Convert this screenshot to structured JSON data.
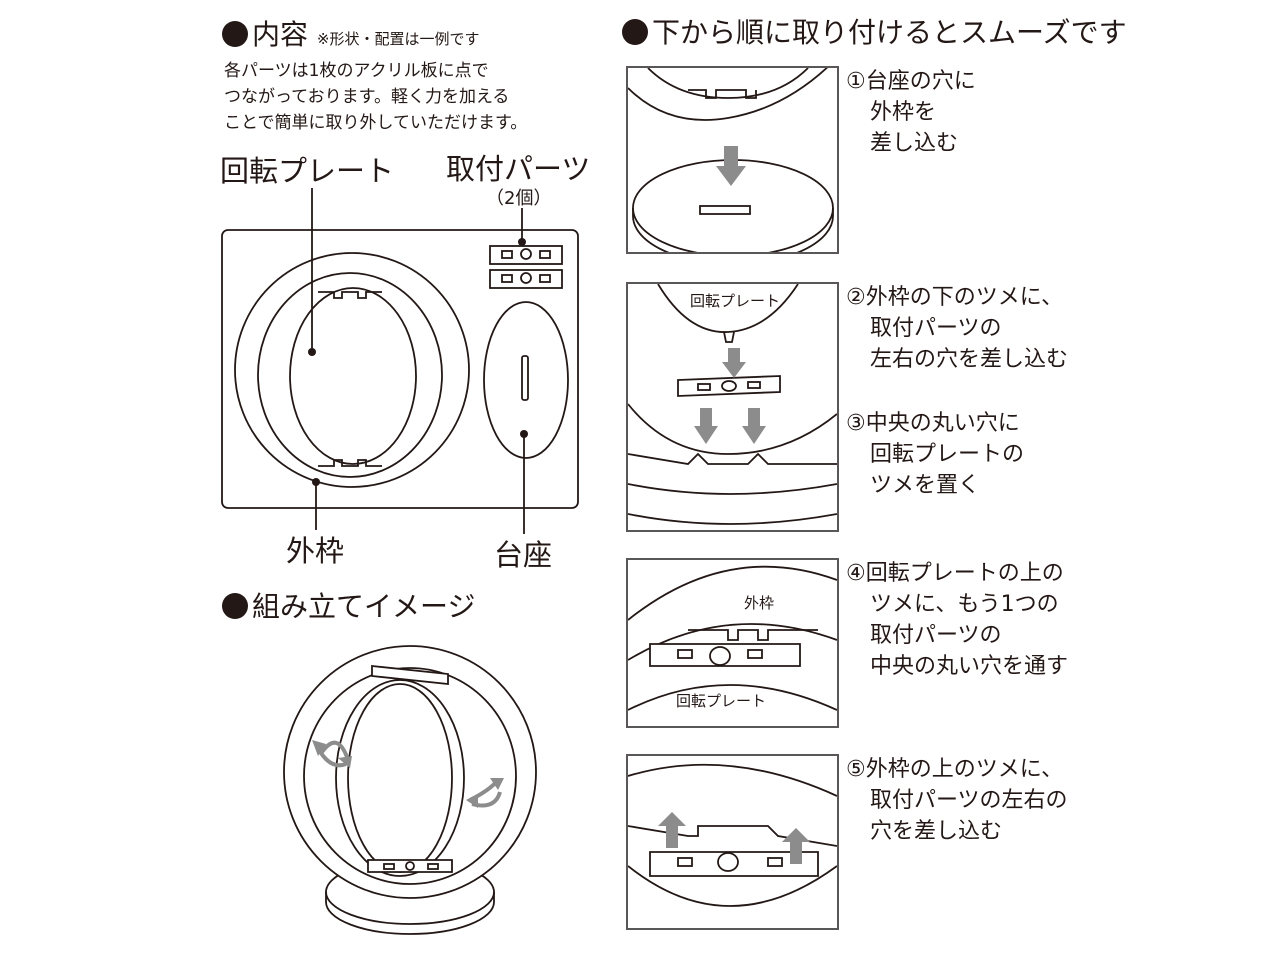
{
  "contents": {
    "heading": "内容",
    "heading_note": "※形状・配置は一例です",
    "desc_lines": [
      "各パーツは1枚のアクリル板に点で",
      "つながっております。軽く力を加える",
      "ことで簡単に取り外していただけます。"
    ],
    "label_plate": "回転プレート",
    "label_parts": "取付パーツ",
    "label_parts_count": "（2個）",
    "label_frame": "外枠",
    "label_base": "台座"
  },
  "assembly": {
    "heading": "組み立てイメージ"
  },
  "steps": {
    "heading": "下から順に取り付けるとスムーズです",
    "items": [
      {
        "lines": [
          "①台座の穴に",
          "外枠を",
          "差し込む"
        ]
      },
      {
        "lines": [
          "②外枠の下のツメに、",
          "取付パーツの",
          "左右の穴を差し込む"
        ]
      },
      {
        "lines": [
          "③中央の丸い穴に",
          "回転プレートの",
          "ツメを置く"
        ]
      },
      {
        "lines": [
          "④回転プレートの上の",
          "ツメに、もう1つの",
          "取付パーツの",
          "中央の丸い穴を通す"
        ]
      },
      {
        "lines": [
          "⑤外枠の上のツメに、",
          "取付パーツの左右の",
          "穴を差し込む"
        ]
      }
    ],
    "panel_labels": {
      "plate_2": "回転プレート",
      "frame_4": "外枠",
      "plate_4": "回転プレート"
    }
  },
  "colors": {
    "ink": "#231815",
    "arrow": "#8c8c8c",
    "frame": "#595757"
  }
}
